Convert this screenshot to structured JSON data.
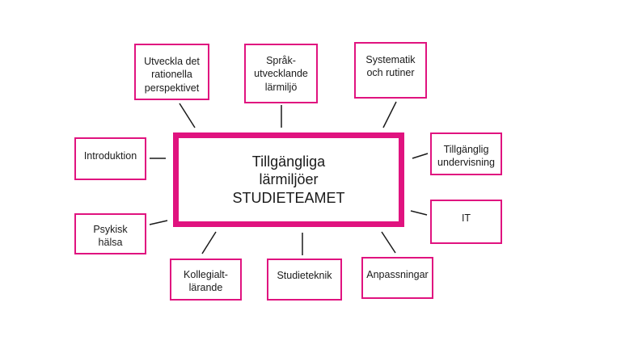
{
  "diagram": {
    "accent_color": "#e0137f",
    "center_label": "Tillgängliga\nlärmiljöer\nSTUDIETEAMET",
    "nodes": [
      {
        "id": "utveckla-det-rationella-perspektivet",
        "label": "Utveckla det\nrationella\nperspektivet"
      },
      {
        "id": "sprakutvecklande-larmiljo",
        "label": "Språk-\nutvecklande\nlärmiljö"
      },
      {
        "id": "systematik-och-rutiner",
        "label": "Systematik\noch rutiner"
      },
      {
        "id": "introduktion",
        "label": "Introduktion"
      },
      {
        "id": "tillganglig-undervisning",
        "label": "Tillgänglig\nundervisning"
      },
      {
        "id": "psykisk-halsa",
        "label": "Psykisk\nhälsa"
      },
      {
        "id": "it",
        "label": "IT"
      },
      {
        "id": "kollegialt-larande",
        "label": "Kollegialt-\nlärande"
      },
      {
        "id": "studieteknik",
        "label": "Studieteknik"
      },
      {
        "id": "anpassningar",
        "label": "Anpassningar"
      }
    ]
  }
}
